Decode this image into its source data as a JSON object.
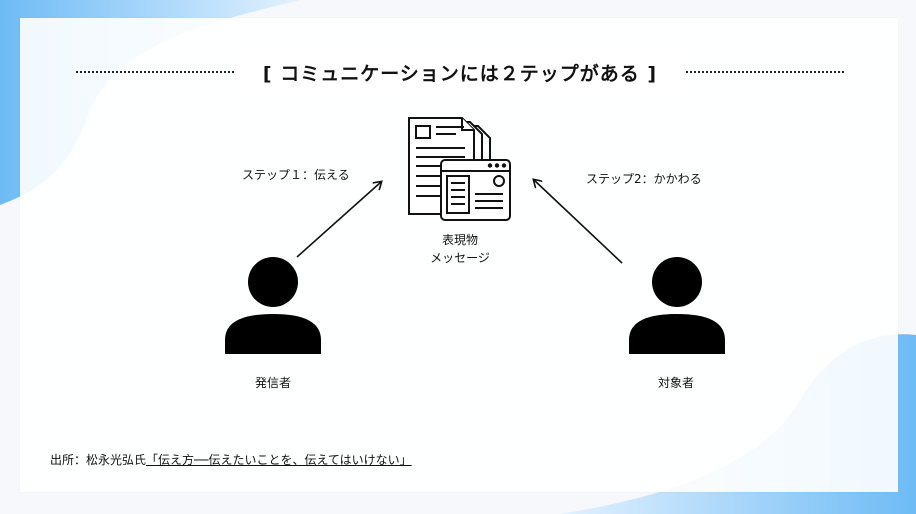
{
  "title": "[ コミュニケーションには２テップがある ]",
  "step1": "ステップ１：伝える",
  "step2": "ステップ2：かかわる",
  "message_lines": [
    "表現物",
    "メッセージ"
  ],
  "sender": "発信者",
  "receiver": "対象者",
  "source_prefix": "出所：松永光弘氏",
  "source_book": "「伝え方──伝えたいことを、伝えてはいけない」",
  "colors": {
    "bg_blue": "#5ab4f5",
    "ink": "#111111"
  }
}
